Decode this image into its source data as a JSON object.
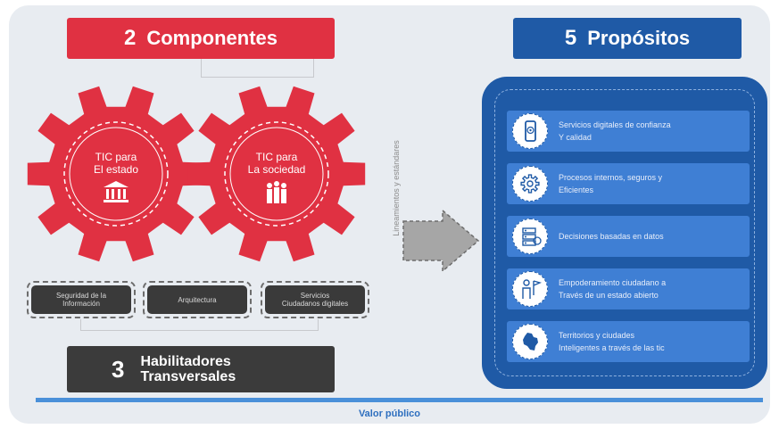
{
  "components": {
    "number": "2",
    "title": "Componentes"
  },
  "purposes_header": {
    "number": "5",
    "title": "Propósitos"
  },
  "gears": [
    {
      "line1": "TIC para",
      "line2": "El estado",
      "icon": "building-icon"
    },
    {
      "line1": "TIC para",
      "line2": "La sociedad",
      "icon": "people-icon"
    }
  ],
  "enablers": [
    {
      "line1": "Seguridad de la",
      "line2": "Información"
    },
    {
      "line1": "Arquitectura",
      "line2": ""
    },
    {
      "line1": "Servicios",
      "line2": "Ciudadanos digitales"
    }
  ],
  "habilitadores": {
    "number": "3",
    "line1": "Habilitadores",
    "line2": "Transversales"
  },
  "vertical_label": "Lineamientos y estándares",
  "purposes": [
    {
      "line1": "Servicios digitales de confianza",
      "line2": "Y calidad",
      "icon": "mobile-fingerprint-icon"
    },
    {
      "line1": "Procesos internos, seguros y",
      "line2": "Eficientes",
      "icon": "gear-icon"
    },
    {
      "line1": "Decisiones basadas en datos",
      "line2": "",
      "icon": "database-icon"
    },
    {
      "line1": "Empoderamiento ciudadano a",
      "line2": "Través de un estado abierto",
      "icon": "citizen-icon"
    },
    {
      "line1": "Territorios y ciudades",
      "line2": "Inteligentes a través de las tic",
      "icon": "colombia-map-icon"
    }
  ],
  "footer": "Valor público",
  "colors": {
    "red": "#e03142",
    "blue": "#1f5aa6",
    "card_blue": "#3f7fd4",
    "dark": "#3b3b3b",
    "line_blue": "#4a90d9",
    "arrow_gray": "#a6a6a6"
  }
}
